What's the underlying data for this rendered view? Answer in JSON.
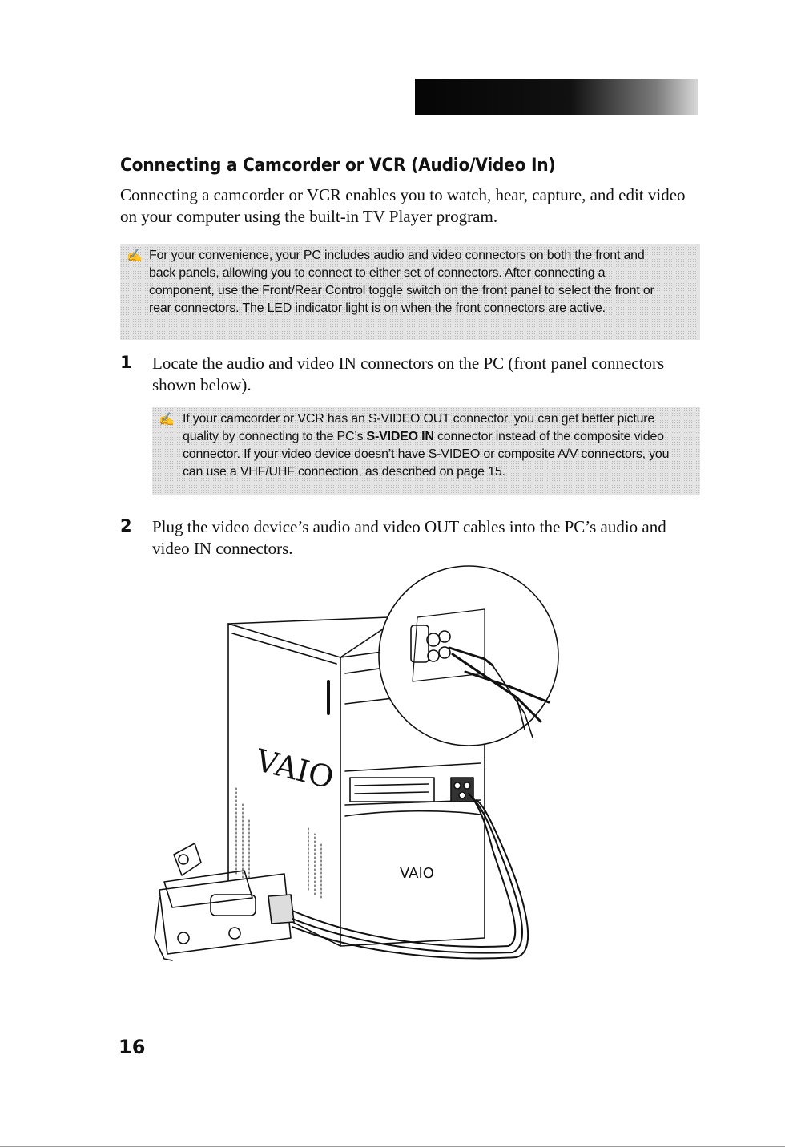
{
  "section": {
    "heading": "Connecting a Camcorder or VCR (Audio/Video In)",
    "intro": "Connecting a camcorder or VCR enables you to watch, hear, capture, and edit video on your computer using the built-in TV Player program."
  },
  "note1": {
    "icon": "note-pencil-icon",
    "line1": "For your convenience, your PC includes audio and video connectors on both the front and",
    "line2": "back panels, allowing you to connect to either set of connectors. After connecting a",
    "line3": "component, use the Front/Rear Control toggle switch on the front panel to select the front or",
    "line4": "rear connectors. The LED indicator light is on when the front connectors are active."
  },
  "steps": [
    {
      "number": "1",
      "text": "Locate the audio and video IN connectors on the PC (front panel connectors shown below)."
    },
    {
      "number": "2",
      "text": "Plug the video device’s audio and video OUT cables into the PC’s audio and video IN connectors."
    }
  ],
  "note2": {
    "icon": "note-pencil-icon",
    "line1": "If your camcorder or VCR has an S-VIDEO OUT connector, you can get better picture",
    "line2_pre": "quality by connecting to the PC’s ",
    "line2_strong": "S-VIDEO IN",
    "line2_post": " connector instead of the composite video",
    "line3": "connector. If your video device doesn’t have S-VIDEO or composite A/V connectors, you",
    "line4": "can use a VHF/UHF connection, as described on page 15."
  },
  "illustration": {
    "logo_side": "VAIO",
    "logo_front": "VAIO"
  },
  "page_number": "16",
  "colors": {
    "text": "#111111",
    "note_bg": "#e4e4e4",
    "tab": "#050505"
  }
}
